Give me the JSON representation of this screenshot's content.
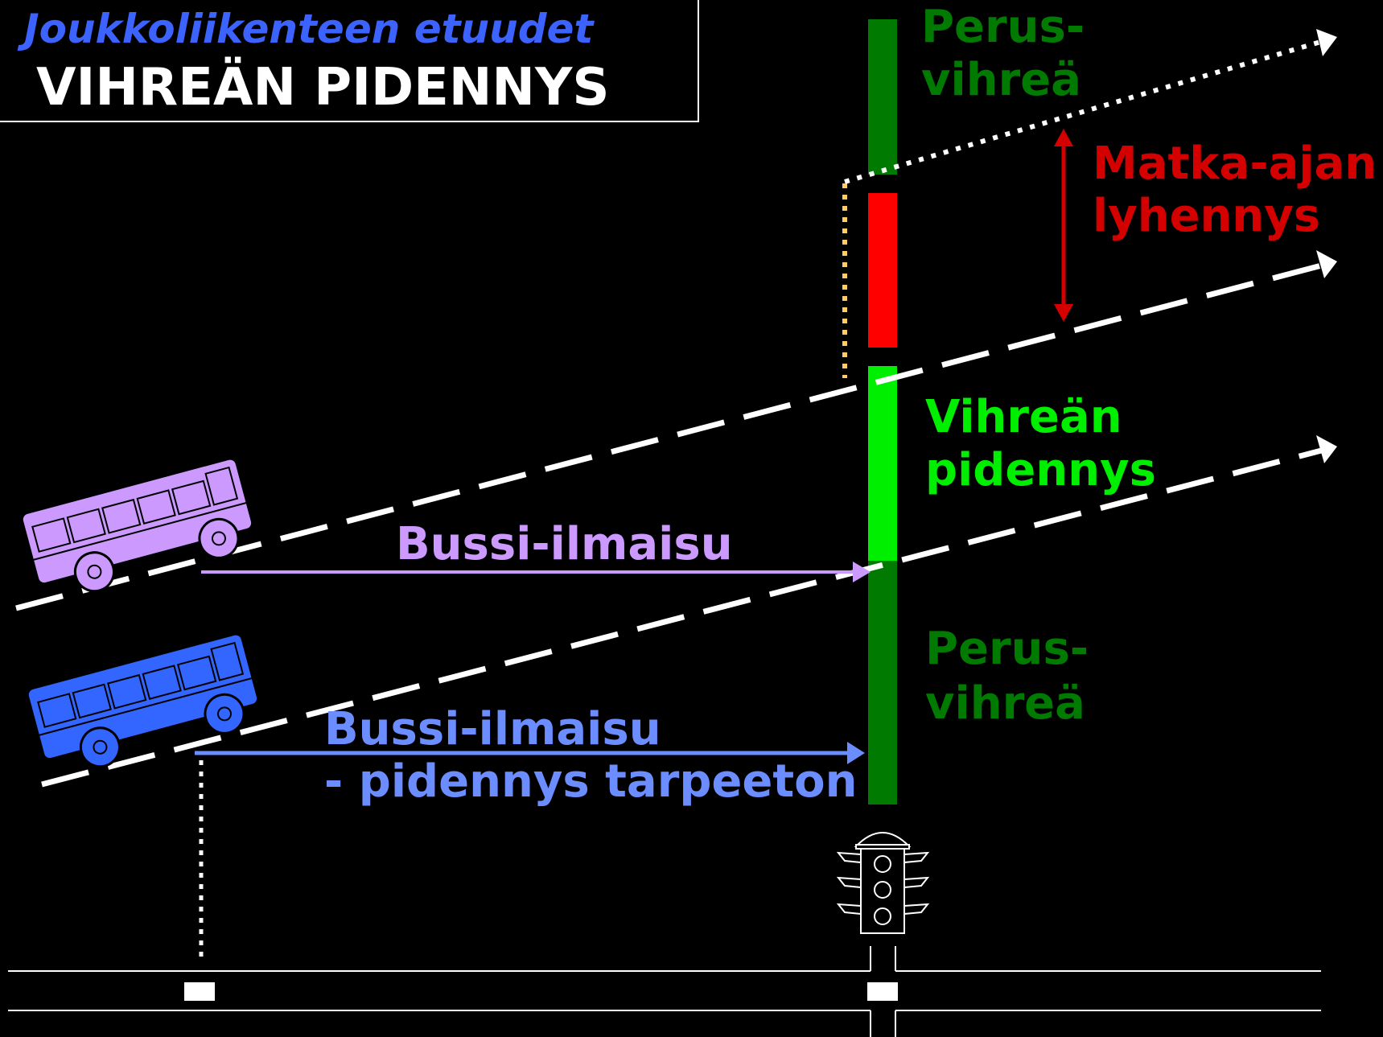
{
  "title": {
    "subtitle": "Joukkoliikenteen etuudet",
    "heading": "VIHREÄN PIDENNYS"
  },
  "signal_phases": {
    "top_label_line1": "Perus-",
    "top_label_line2": "vihreä",
    "extension_label_line1": "Vihreän",
    "extension_label_line2": "pidennys",
    "bottom_label_line1": "Perus-",
    "bottom_label_line2": "vihreä"
  },
  "travel_time": {
    "label_line1": "Matka-ajan",
    "label_line2": "lyhennys"
  },
  "detections": {
    "purple_label": "Bussi-ilmaisu",
    "blue_label_line1": "Bussi-ilmaisu",
    "blue_label_line2": "- pidennys tarpeeton"
  },
  "colors": {
    "background": "#000000",
    "title_subtitle": "#3d63ff",
    "title_heading": "#ffffff",
    "base_green": "#007a00",
    "extension_green": "#00ee00",
    "red_phase": "#ff0000",
    "travel_arrow": "#d40000",
    "purple_bus": "#cc99ff",
    "blue_bus": "#3366ff",
    "blue_text": "#6b8dff",
    "dashed_trajectory": "#ffffff",
    "wait_dots": "#ffcc66"
  },
  "icons": [
    "bus-purple-icon",
    "bus-blue-icon",
    "traffic-light-icon"
  ]
}
